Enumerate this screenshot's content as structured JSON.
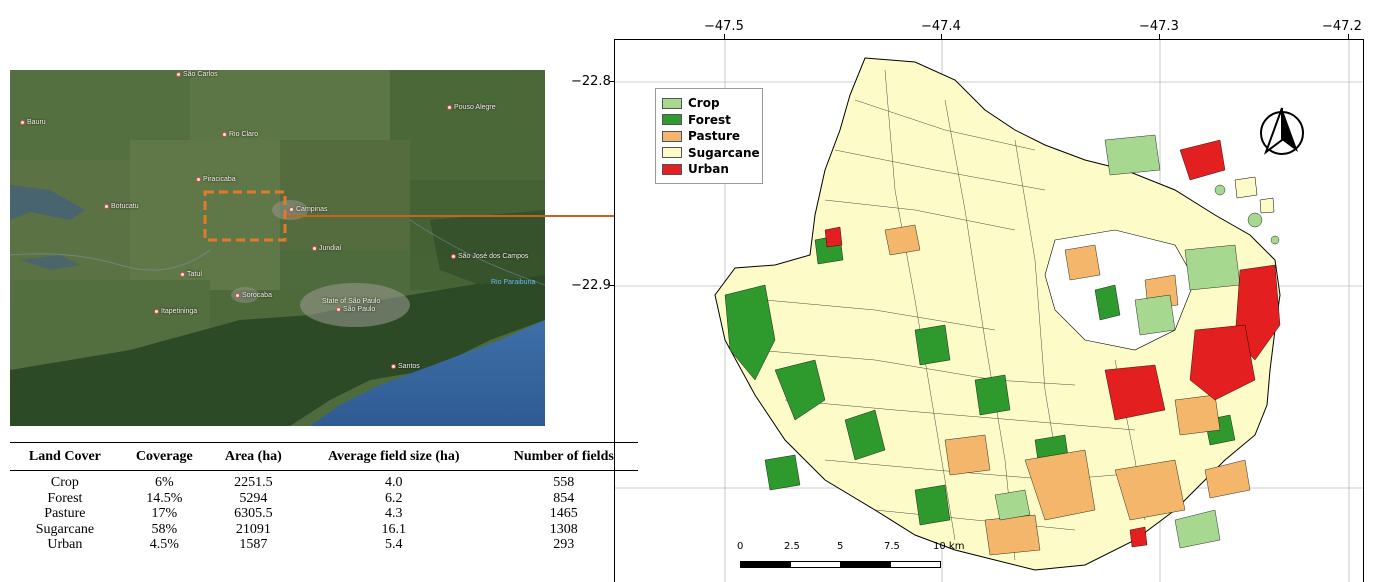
{
  "satellite": {
    "cities": [
      {
        "name": "São Carlos"
      },
      {
        "name": "Bauru"
      },
      {
        "name": "Rio Claro"
      },
      {
        "name": "Pouso Alegre"
      },
      {
        "name": "Piracicaba"
      },
      {
        "name": "Botucatu"
      },
      {
        "name": "Campinas"
      },
      {
        "name": "Jundiaí"
      },
      {
        "name": "São José dos Campos"
      },
      {
        "name": "Tatuí"
      },
      {
        "name": "Sorocaba"
      },
      {
        "name": "State of São Paulo"
      },
      {
        "name": "São Paulo"
      },
      {
        "name": "Itapetininga"
      },
      {
        "name": "Santos"
      }
    ],
    "river_label": "Rio Paraibuna",
    "colors": {
      "forest": "#2f4d2a",
      "water": "#3f6ea6",
      "box": "#e07b29"
    }
  },
  "table": {
    "headers": [
      "Land Cover",
      "Coverage",
      "Area (ha)",
      "Average field size (ha)",
      "Number of fields"
    ],
    "rows": [
      [
        "Crop",
        "6%",
        "2251.5",
        "4.0",
        "558"
      ],
      [
        "Forest",
        "14.5%",
        "5294",
        "6.2",
        "854"
      ],
      [
        "Pasture",
        "17%",
        "6305.5",
        "4.3",
        "1465"
      ],
      [
        "Sugarcane",
        "58%",
        "21091",
        "16.1",
        "1308"
      ],
      [
        "Urban",
        "4.5%",
        "1587",
        "5.4",
        "293"
      ]
    ]
  },
  "map": {
    "x_ticks": [
      "−47.5",
      "−47.4",
      "−47.3",
      "−47.2"
    ],
    "y_ticks": [
      "−22.8",
      "−22.9"
    ],
    "legend": [
      {
        "label": "Crop",
        "color": "#a6d98f"
      },
      {
        "label": "Forest",
        "color": "#2e9a2e"
      },
      {
        "label": "Pasture",
        "color": "#f3b66b"
      },
      {
        "label": "Sugarcane",
        "color": "#fdfcc8"
      },
      {
        "label": "Urban",
        "color": "#e41f1f"
      }
    ],
    "north_arrow": "north-arrow-icon",
    "scale_bar": {
      "ticks": [
        "0",
        "2.5",
        "5",
        "7.5",
        "10 km"
      ]
    }
  }
}
